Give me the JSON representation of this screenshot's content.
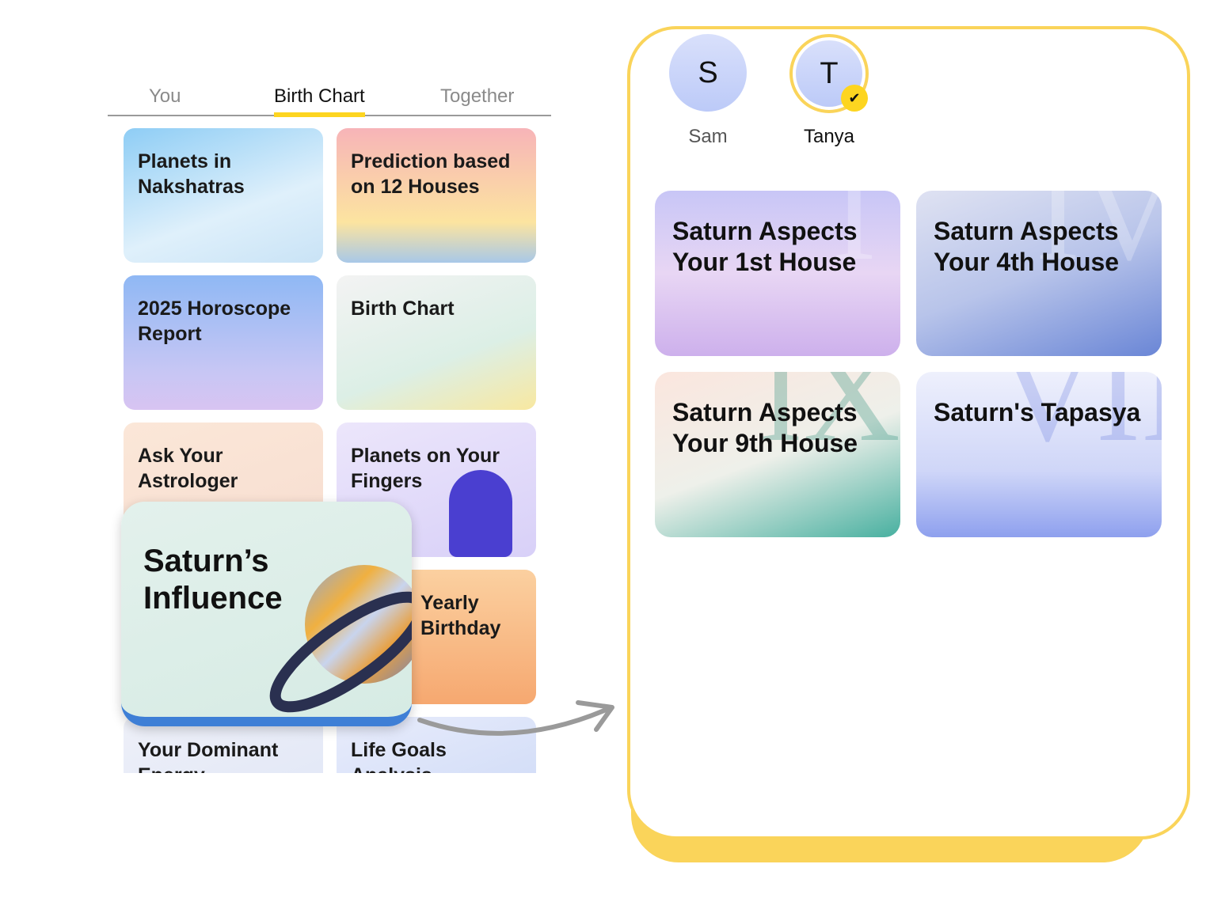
{
  "tabs": [
    {
      "label": "You"
    },
    {
      "label": "Birth Chart"
    },
    {
      "label": "Together"
    }
  ],
  "cards": [
    "Planets in Nakshatras",
    "Prediction based on 12 Houses",
    "2025 Horoscope Report",
    "Birth Chart",
    "Ask Your Astrologer",
    "Planets on Your Fingers",
    "Yearly Birthday",
    "Your Dominant Energy",
    "Life Goals Analysis"
  ],
  "featured": {
    "title": "Saturn’s Influence"
  },
  "profiles": [
    {
      "initial": "S",
      "name": "Sam"
    },
    {
      "initial": "T",
      "name": "Tanya",
      "selected": true
    }
  ],
  "reports": [
    {
      "title": "Saturn Aspects Your 1st House",
      "numeral": "I"
    },
    {
      "title": "Saturn Aspects Your 4th House",
      "numeral": "IV"
    },
    {
      "title": "Saturn Aspects Your 9th House",
      "numeral": "IX"
    },
    {
      "title": "Saturn's Tapasya",
      "numeral": "VII"
    }
  ],
  "colors": {
    "accent": "#FDD520",
    "border": "#FAD45A",
    "bar": "#3e7fd6"
  }
}
